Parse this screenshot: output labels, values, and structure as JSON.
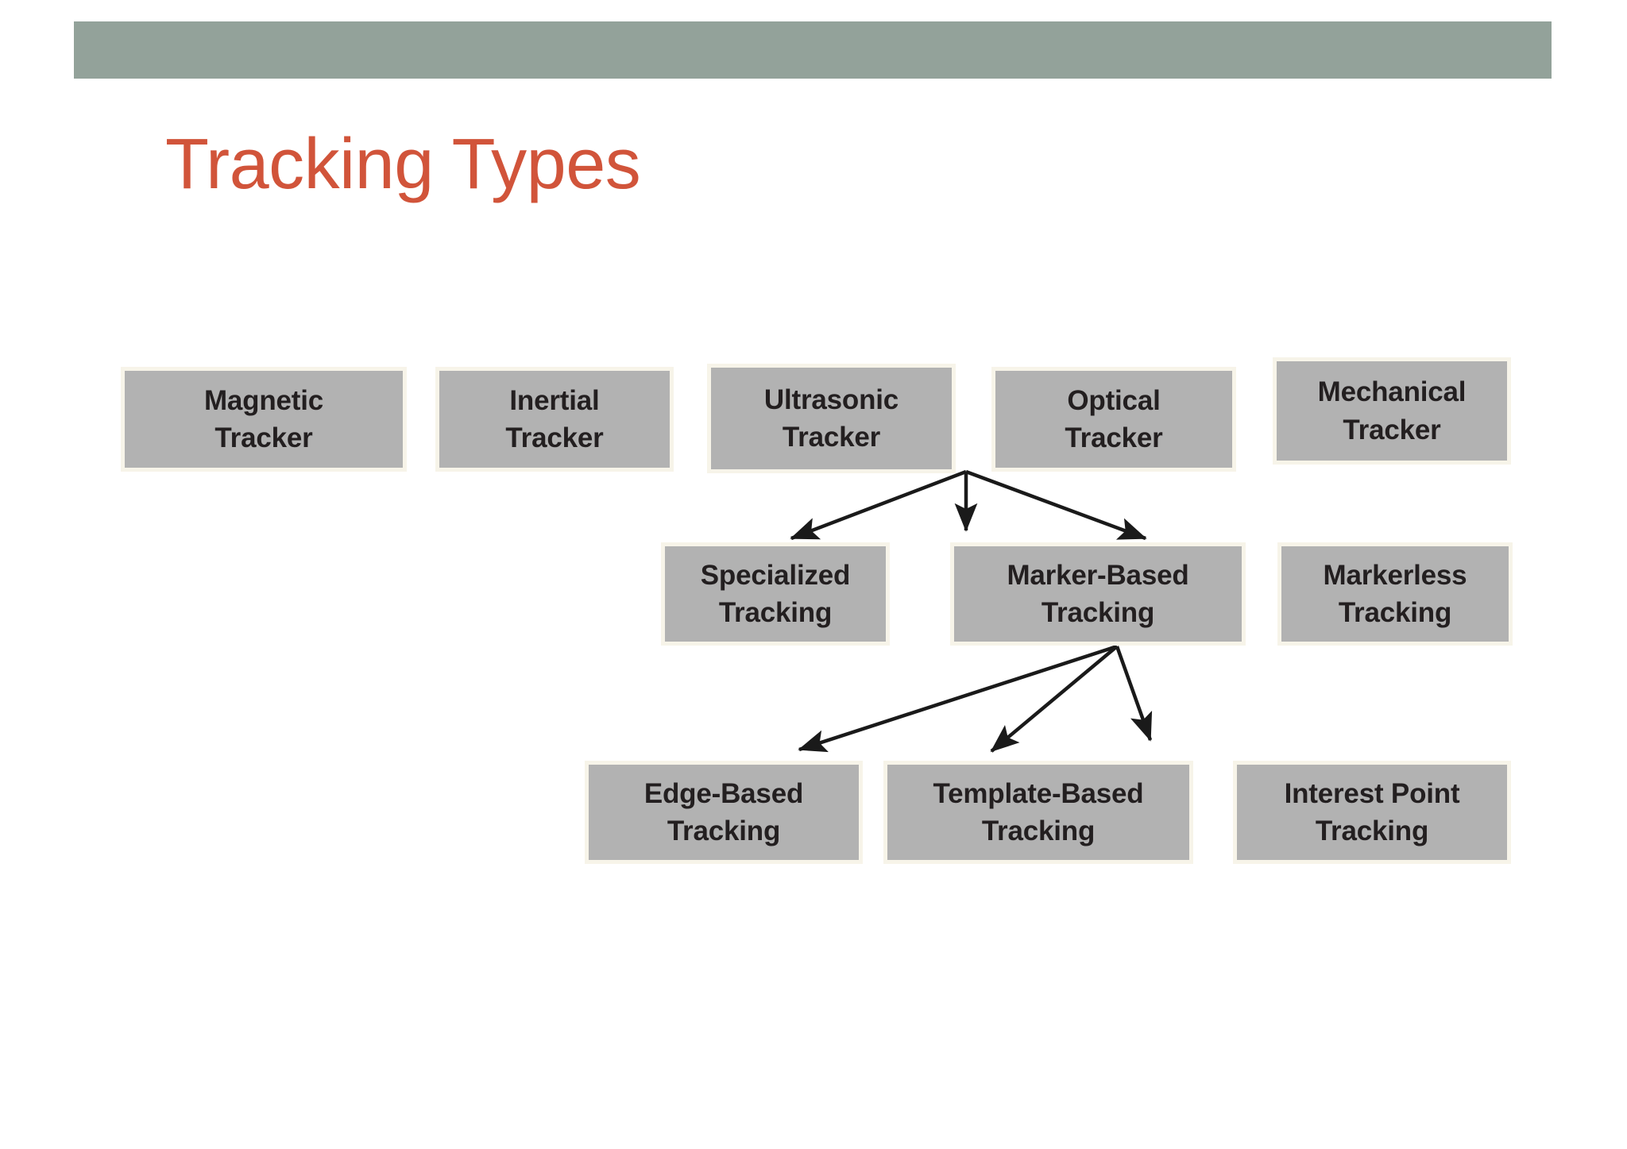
{
  "slide": {
    "title": "Tracking Types",
    "title_color": "#d1543a",
    "band_color": "#93a29a",
    "background_color": "#ffffff",
    "node_fill_color": "#b2b2b2",
    "node_border_color": "#f7f4e9",
    "node_text_color": "#231f20",
    "arrow_color": "#1a1a1a"
  },
  "diagram": {
    "type": "tree",
    "levels": [
      {
        "name": "tracker-types",
        "nodes": [
          {
            "id": "magnetic",
            "label": "Magnetic\nTracker"
          },
          {
            "id": "inertial",
            "label": "Inertial\nTracker"
          },
          {
            "id": "ultrasonic",
            "label": "Ultrasonic\nTracker"
          },
          {
            "id": "optical",
            "label": "Optical\nTracker"
          },
          {
            "id": "mechanical",
            "label": "Mechanical\nTracker"
          }
        ]
      },
      {
        "name": "optical-children",
        "nodes": [
          {
            "id": "specialized",
            "label": "Specialized\nTracking"
          },
          {
            "id": "marker-based",
            "label": "Marker-Based\nTracking"
          },
          {
            "id": "markerless",
            "label": "Markerless\nTracking"
          }
        ]
      },
      {
        "name": "markerless-children",
        "nodes": [
          {
            "id": "edge-based",
            "label": "Edge-Based\nTracking"
          },
          {
            "id": "template-based",
            "label": "Template-Based\nTracking"
          },
          {
            "id": "interest-point",
            "label": "Interest Point\nTracking"
          }
        ]
      }
    ],
    "edges": [
      {
        "from": "optical",
        "to": "specialized"
      },
      {
        "from": "optical",
        "to": "marker-based"
      },
      {
        "from": "optical",
        "to": "markerless"
      },
      {
        "from": "markerless",
        "to": "edge-based"
      },
      {
        "from": "markerless",
        "to": "template-based"
      },
      {
        "from": "markerless",
        "to": "interest-point"
      }
    ]
  }
}
